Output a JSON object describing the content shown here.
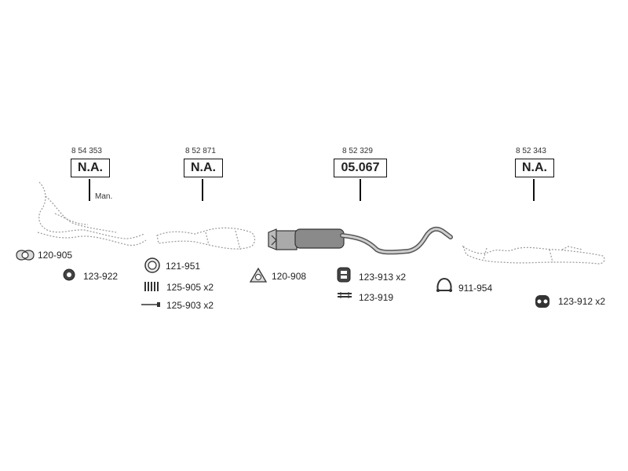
{
  "sections": [
    {
      "ref": "8 54 353",
      "label": "N.A."
    },
    {
      "ref": "8 52 871",
      "label": "N.A."
    },
    {
      "ref": "8 52 329",
      "label": "05.067"
    },
    {
      "ref": "8 52 343",
      "label": "N.A."
    }
  ],
  "man_label": "Man.",
  "parts": [
    {
      "code": "120-905"
    },
    {
      "code": "123-922"
    },
    {
      "code": "121-951"
    },
    {
      "code": "125-905 x2"
    },
    {
      "code": "125-903 x2"
    },
    {
      "code": "120-908"
    },
    {
      "code": "123-913 x2"
    },
    {
      "code": "123-919"
    },
    {
      "code": "911-954"
    },
    {
      "code": "123-912 x2"
    }
  ]
}
